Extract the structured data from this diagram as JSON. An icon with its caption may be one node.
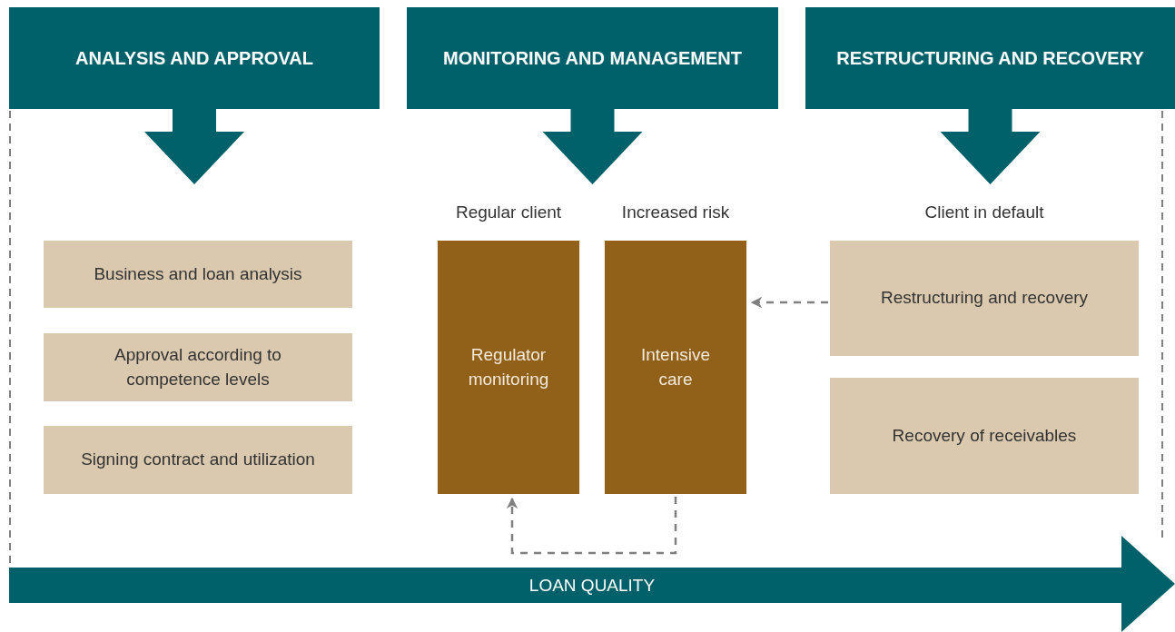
{
  "diagram": {
    "nodes": [
      {
        "text": [
          "ANALYSIS AND APPROVAL"
        ]
      },
      {
        "text": [
          "MONITORING AND MANAGEMENT"
        ]
      },
      {
        "text": [
          "RESTRUCTURING AND RECOVERY"
        ]
      },
      {
        "text": [
          "Business and loan analysis"
        ]
      },
      {
        "text": [
          "Approval according to competence levels"
        ]
      },
      {
        "text": [
          "Signing contract and utilization"
        ]
      },
      {
        "text": [
          "Regulator monitoring"
        ],
        "beside": [
          "Regular client"
        ]
      },
      {
        "text": [
          "Intensive care"
        ],
        "beside": [
          "Increased risk"
        ]
      },
      {
        "text": [
          "Restructuring and recovery"
        ],
        "beside": [
          "Client in default"
        ]
      },
      {
        "text": [
          "Recovery of receivables"
        ]
      },
      {
        "text": [
          "LOAN QUALITY"
        ]
      }
    ],
    "edges": [
      {
        "from": 0,
        "to": null,
        "arrow": "to",
        "style": "thick"
      },
      {
        "from": 1,
        "to": null,
        "arrow": "to",
        "style": "thick"
      },
      {
        "from": 2,
        "to": null,
        "arrow": "to",
        "style": "thick"
      },
      {
        "from": 8,
        "to": 7,
        "arrow": "to",
        "style": "dashed",
        "color": "#808080"
      },
      {
        "from": 7,
        "to": 6,
        "arrow": "to",
        "style": "dashed",
        "color": "#808080"
      }
    ]
  }
}
